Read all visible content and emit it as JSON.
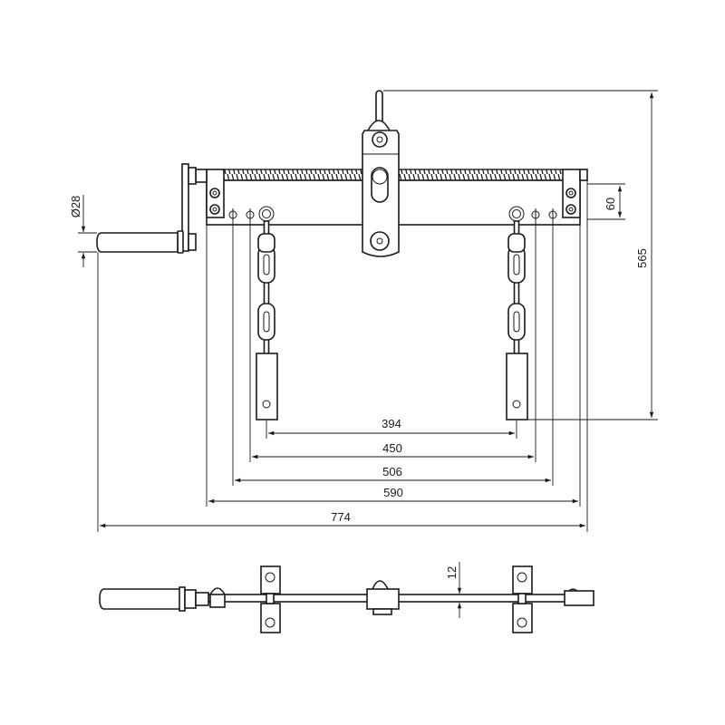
{
  "dimensions": {
    "handle_diameter": "Ø28",
    "bracket_height": "60",
    "total_height": "565",
    "chain_plate_spacing": "394",
    "inner_hole_spacing": "450",
    "outer_hole_spacing": "506",
    "beam_length": "590",
    "overall_length": "774",
    "bar_thickness": "12"
  }
}
